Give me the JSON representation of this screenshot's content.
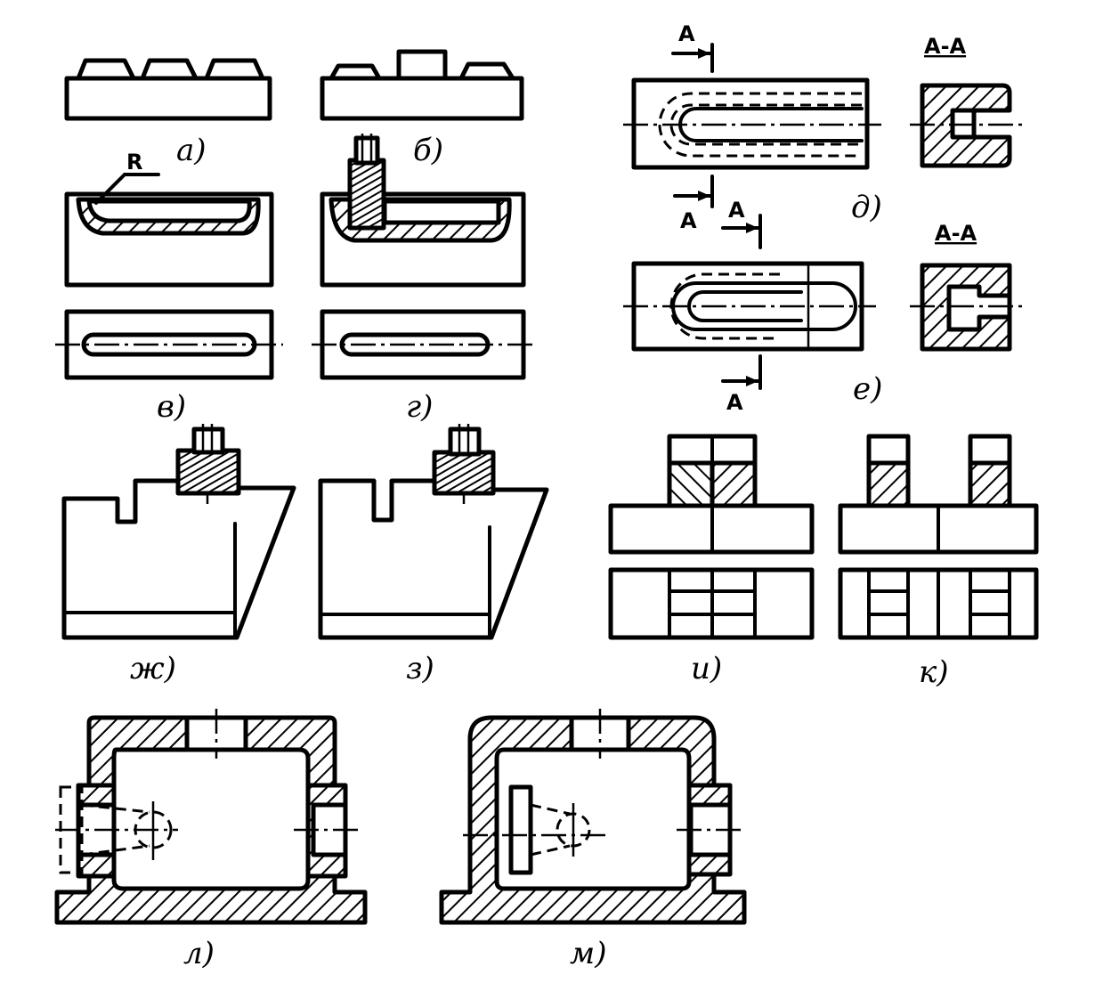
{
  "captions": {
    "a": "а)",
    "b": "б)",
    "v": "в)",
    "g": "г)",
    "d": "д)",
    "e": "е)",
    "zh": "ж)",
    "z": "з)",
    "i": "и)",
    "k": "к)",
    "l": "л)",
    "m": "м)"
  },
  "labels": {
    "radius": "R",
    "section_mark": "А",
    "section_title": "А-А"
  }
}
